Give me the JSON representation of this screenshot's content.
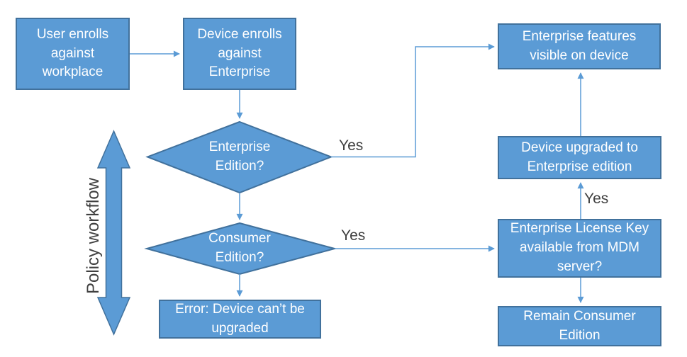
{
  "diagram": {
    "nodes": {
      "user_enrolls": "User enrolls against workplace",
      "device_enrolls": "Device enrolls against Enterprise",
      "enterprise_features": "Enterprise features visible on device",
      "device_upgraded": "Device upgraded to Enterprise edition",
      "license_key": "Enterprise License Key available from MDM server?",
      "remain_consumer": "Remain Consumer Edition",
      "error": "Error:  Device can’t be upgraded",
      "enterprise_edition_decision": "Enterprise Edition?",
      "consumer_edition_decision": "Consumer Edition?"
    },
    "labels": {
      "policy_workflow": "Policy workflow",
      "yes_enterprise": "Yes",
      "yes_consumer": "Yes",
      "yes_license": "Yes"
    },
    "colors": {
      "shape_fill": "#5B9BD5",
      "shape_border": "#41719C",
      "connector": "#5B9BD5",
      "shape_text": "#FFFFFF",
      "label_text": "#404040",
      "background": "#FFFFFF"
    }
  }
}
